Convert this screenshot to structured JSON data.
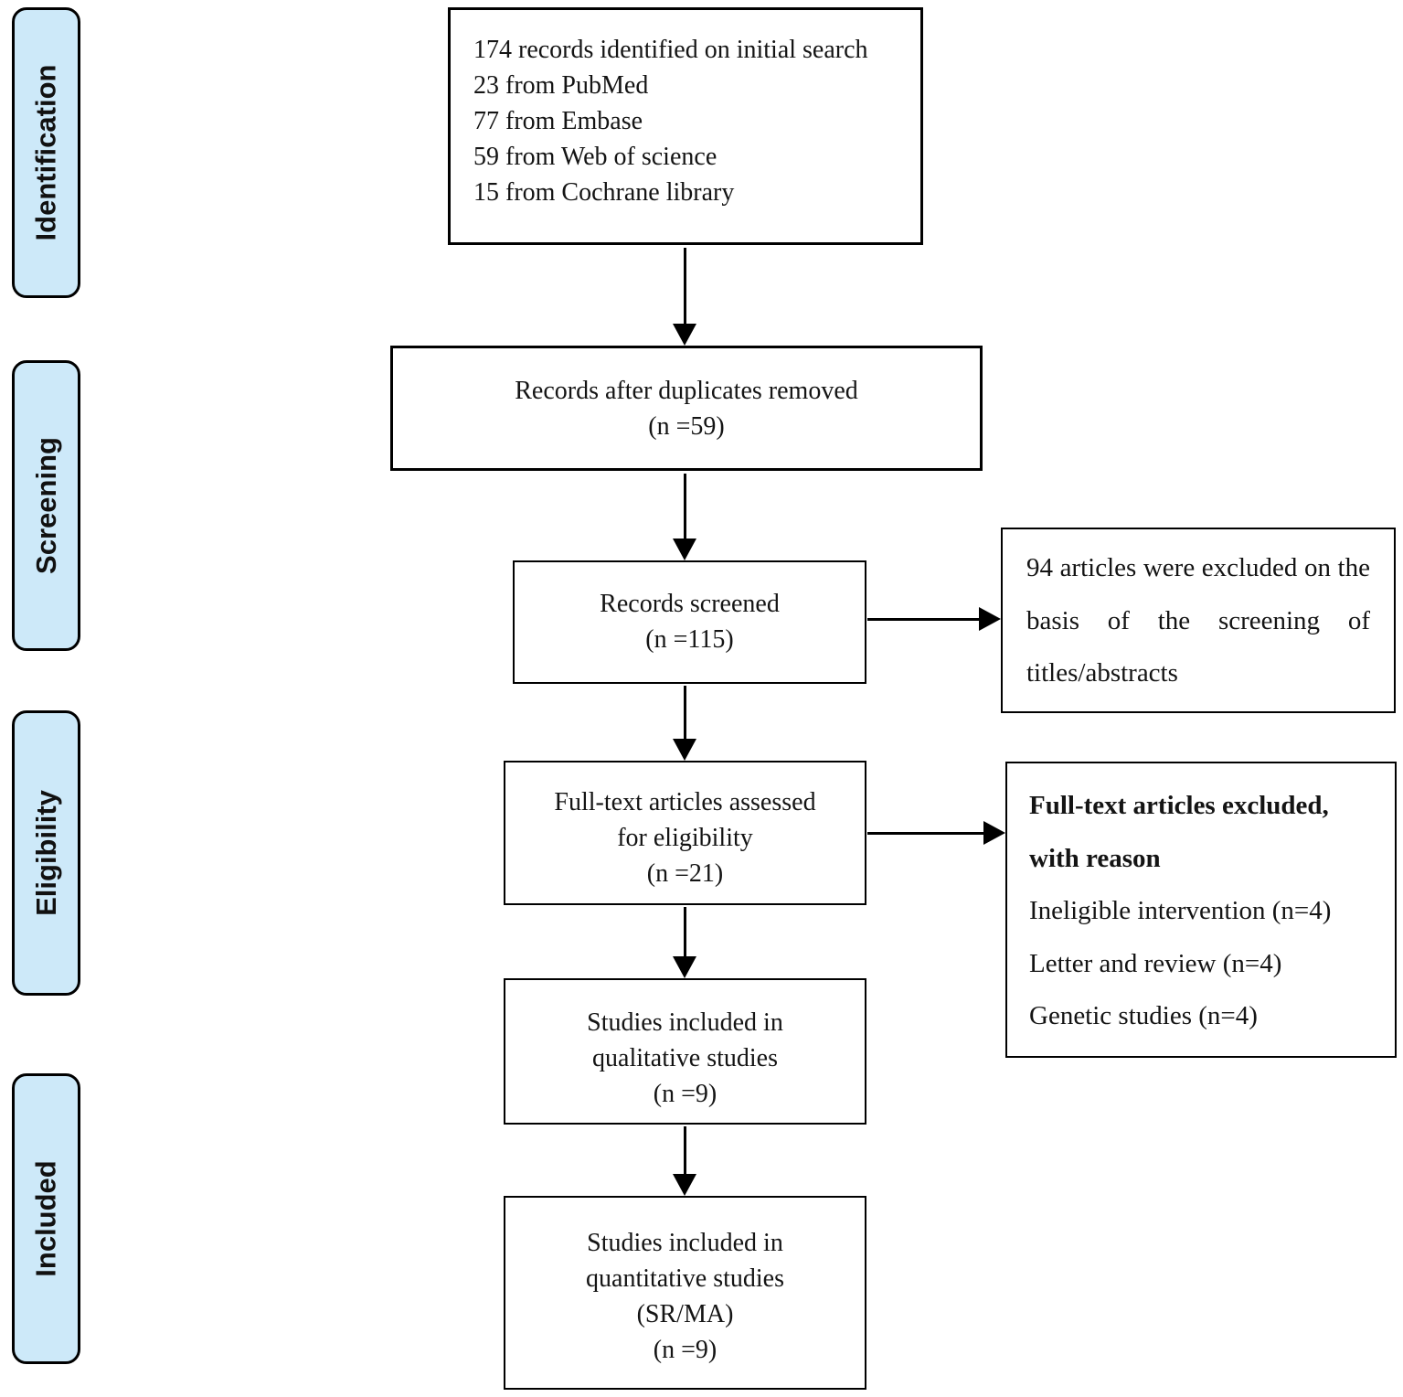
{
  "colors": {
    "stage_fill": "#cde9f9",
    "line": "#000000",
    "box_bg": "#ffffff",
    "text": "#141414"
  },
  "stages": {
    "identification": "Identification",
    "screening": "Screening",
    "eligibility": "Eligibility",
    "included": "Included"
  },
  "boxes": {
    "identified": {
      "title": "174 records identified on initial search",
      "sources": [
        "23 from PubMed",
        "77 from Embase",
        "59 from Web of science",
        "15 from Cochrane library"
      ]
    },
    "duplicates_removed": {
      "line1": "Records after duplicates removed",
      "line2": "(n =59)"
    },
    "screened": {
      "line1": "Records screened",
      "line2": "(n =115)"
    },
    "fulltext_assessed": {
      "line1": "Full-text articles assessed",
      "line2": "for eligibility",
      "line3": "(n =21)"
    },
    "qualitative_included": {
      "line1": "Studies included in",
      "line2": "qualitative studies",
      "line3": "(n =9)"
    },
    "quantitative_included": {
      "line1": "Studies included in",
      "line2": "quantitative studies",
      "line3": "(SR/MA)",
      "line4": "(n =9)"
    },
    "excluded_screening": {
      "text": "94 articles were excluded on the basis of the screening of titles/abstracts"
    },
    "excluded_fulltext": {
      "heading": "Full-text articles excluded, with reason",
      "reasons": [
        "Ineligible intervention (n=4)",
        "Letter and review (n=4)",
        "Genetic studies (n=4)"
      ]
    }
  }
}
